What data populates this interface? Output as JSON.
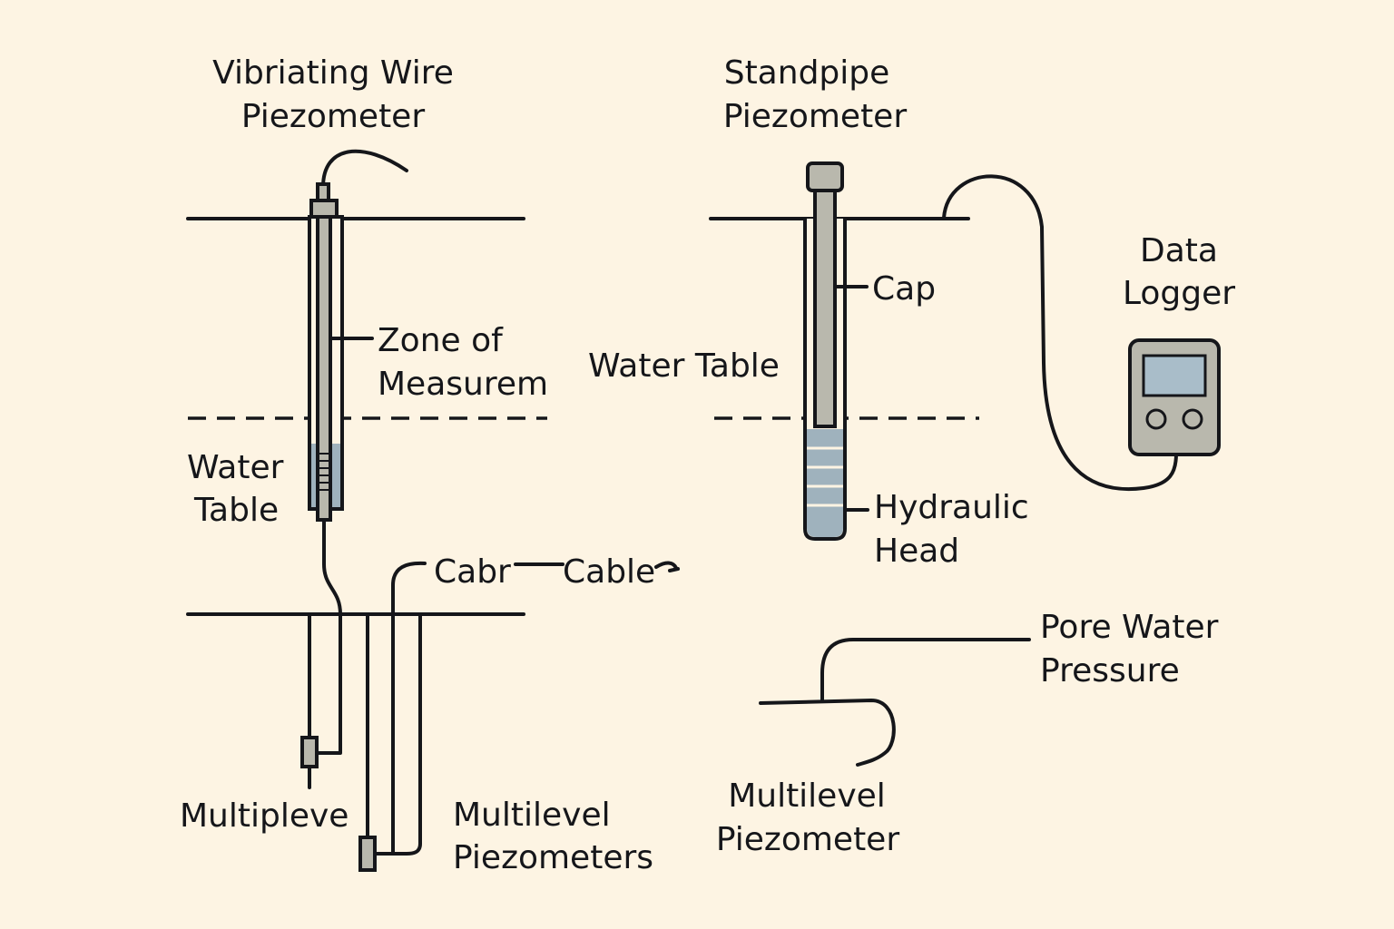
{
  "vibrating_wire": {
    "title_line1": "Vibriating Wire",
    "title_line2": "Piezometer",
    "zone_line1": "Zone of",
    "zone_line2": "Measurem",
    "water_line1": "Water",
    "water_line2": "Table"
  },
  "cables": {
    "label1": "Cabr",
    "label2": "Cable"
  },
  "multilevel_left": {
    "label_a": "Multipleve",
    "label_b_line1": "Multilevel",
    "label_b_line2": "Piezometers"
  },
  "standpipe": {
    "title_line1": "Standpipe",
    "title_line2": "Piezometer",
    "cap": "Cap",
    "water_table": "Water Table",
    "hydraulic_line1": "Hydraulic",
    "hydraulic_line2": "Head"
  },
  "data_logger": {
    "line1": "Data",
    "line2": "Logger"
  },
  "pore_water": {
    "line1": "Pore Water",
    "line2": "Pressure"
  },
  "multilevel_right": {
    "line1": "Multilevel",
    "line2": "Piezometer"
  },
  "colors": {
    "background": "#fdf4e3",
    "pipe_fill": "#b9b8ad",
    "water_fill": "#9fb2bd",
    "stroke": "#15161a"
  }
}
